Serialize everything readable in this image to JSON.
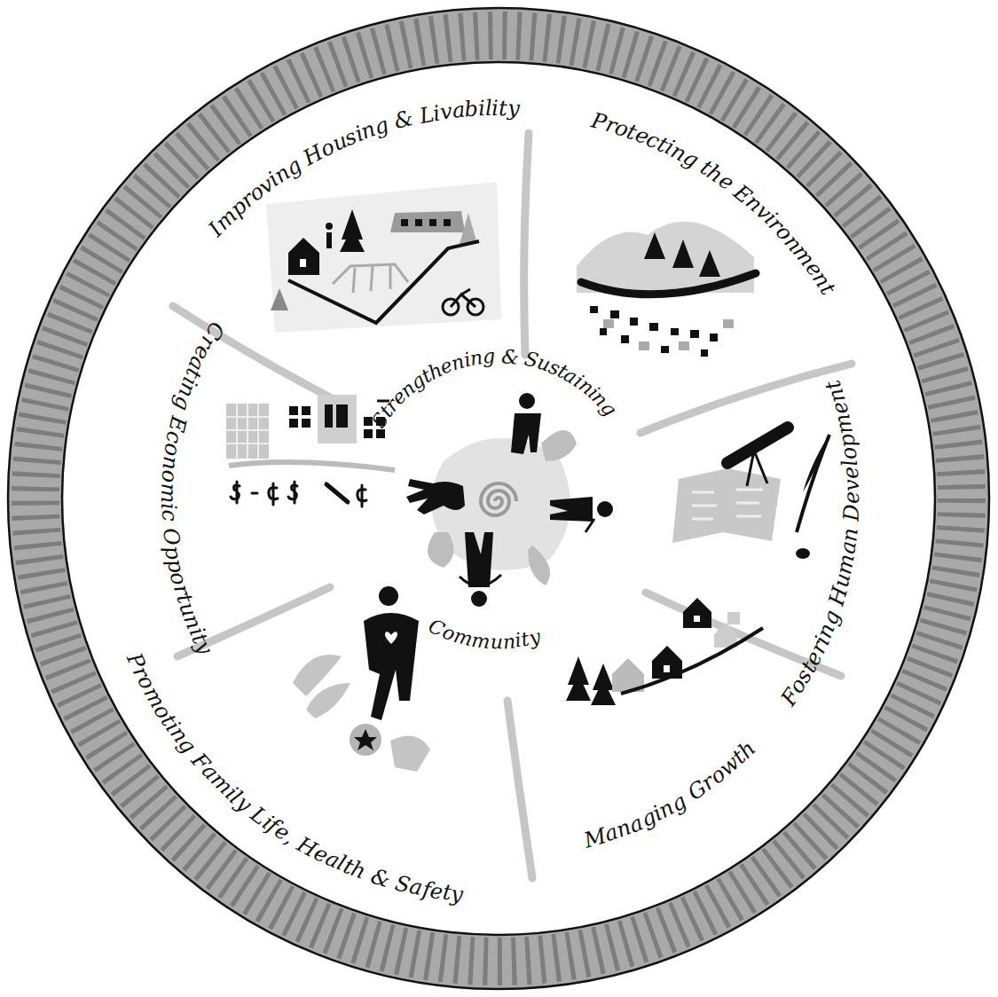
{
  "diagram": {
    "labels": [
      "Improving Housing & Livability",
      "Protecting the Environment",
      "Fostering Human Development",
      "Managing Growth",
      "Promoting Family Life, Health & Safety",
      "Creating Economic Opportunity",
      "Strengthening & Sustaining",
      "Community"
    ]
  }
}
